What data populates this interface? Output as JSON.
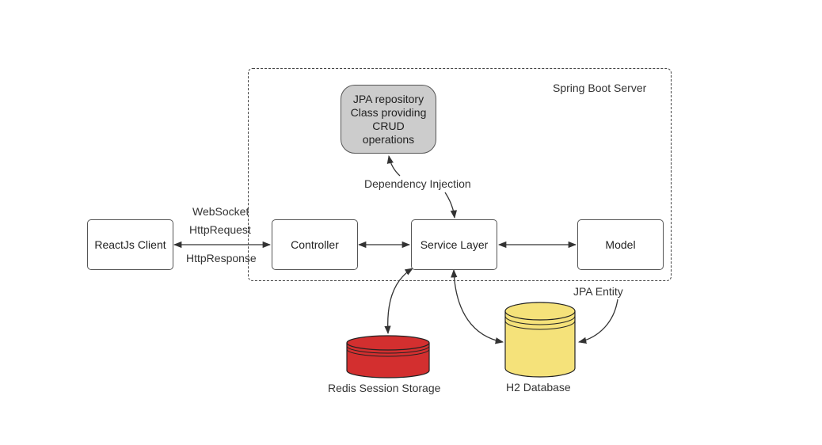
{
  "server": {
    "title": "Spring Boot Server"
  },
  "nodes": {
    "client": "ReactJs Client",
    "controller": "Controller",
    "service": "Service Layer",
    "model": "Model",
    "jpa_repo": "JPA repository Class providing CRUD operations"
  },
  "labels": {
    "websocket": "WebSocket",
    "http_request": "HttpRequest",
    "http_response": "HttpResponse",
    "dependency_injection": "Dependency Injection",
    "jpa_entity": "JPA Entity"
  },
  "databases": {
    "redis": "Redis Session Storage",
    "h2": "H2 Database"
  },
  "colors": {
    "redis_fill": "#d32f2f",
    "h2_fill": "#f5e27a",
    "jpa_fill": "#cccccc",
    "stroke": "#444444"
  }
}
